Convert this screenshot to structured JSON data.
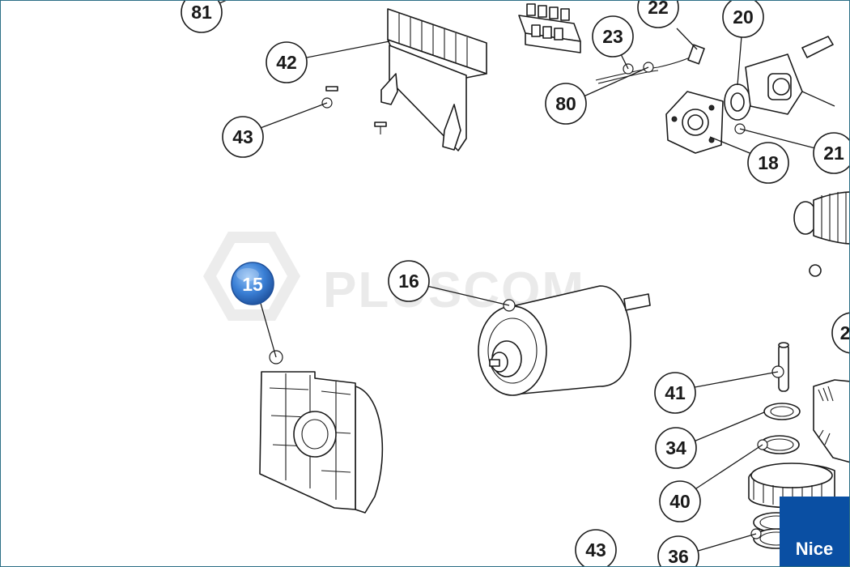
{
  "watermark": "PLUSCOM",
  "brand": "Nice",
  "highlight": {
    "label": "15"
  },
  "callouts": [
    {
      "id": "81",
      "label": "81"
    },
    {
      "id": "42",
      "label": "42"
    },
    {
      "id": "43a",
      "label": "43"
    },
    {
      "id": "23",
      "label": "23"
    },
    {
      "id": "22",
      "label": "22"
    },
    {
      "id": "20",
      "label": "20"
    },
    {
      "id": "80",
      "label": "80"
    },
    {
      "id": "21",
      "label": "21"
    },
    {
      "id": "18",
      "label": "18"
    },
    {
      "id": "16",
      "label": "16"
    },
    {
      "id": "41",
      "label": "41"
    },
    {
      "id": "34",
      "label": "34"
    },
    {
      "id": "40",
      "label": "40"
    },
    {
      "id": "43b",
      "label": "43"
    },
    {
      "id": "36",
      "label": "36"
    },
    {
      "id": "2",
      "label": "2"
    }
  ],
  "colors": {
    "highlight": "#3a7fd5",
    "brand": "#0a4fa3",
    "line": "#1a1a1a"
  }
}
